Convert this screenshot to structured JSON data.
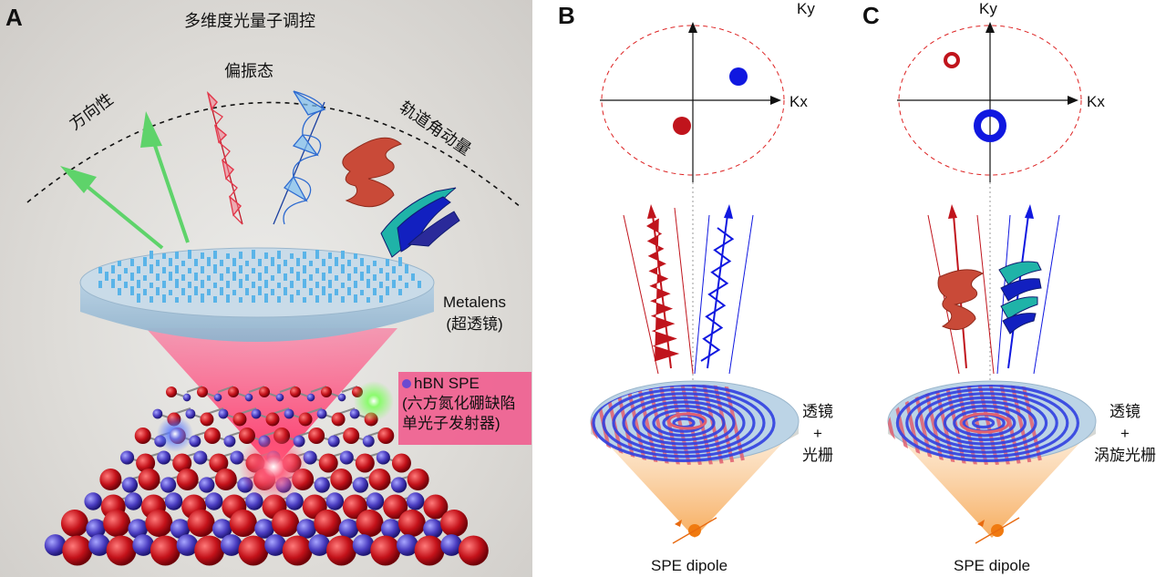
{
  "panels": {
    "a": {
      "letter": "A",
      "title": "多维度光量子调控",
      "dims": {
        "direction": "方向性",
        "polarization": "偏振态",
        "oam": "轨道角动量"
      },
      "metalens": {
        "line1": "Metalens",
        "line2": "(超透镜)"
      },
      "spe": {
        "line1": "hBN SPE",
        "line2": "(六方氮化硼缺陷",
        "line3": "单光子发射器)"
      }
    },
    "b": {
      "letter": "B",
      "ky": "Ky",
      "kx": "Kx",
      "side": {
        "line1": "透镜",
        "line2": "+",
        "line3": "光栅"
      },
      "dipole": "SPE dipole"
    },
    "c": {
      "letter": "C",
      "ky": "Ky",
      "kx": "Kx",
      "side": {
        "line1": "透镜",
        "line2": "+",
        "line3": "涡旋光栅"
      },
      "dipole": "SPE dipole"
    }
  },
  "colors": {
    "red": "#c0141c",
    "blue": "#1018e0",
    "green": "#5ed36a",
    "pink_box": "#f06090",
    "metalens": "#a9c6dc",
    "orange": "#f6a24a"
  }
}
